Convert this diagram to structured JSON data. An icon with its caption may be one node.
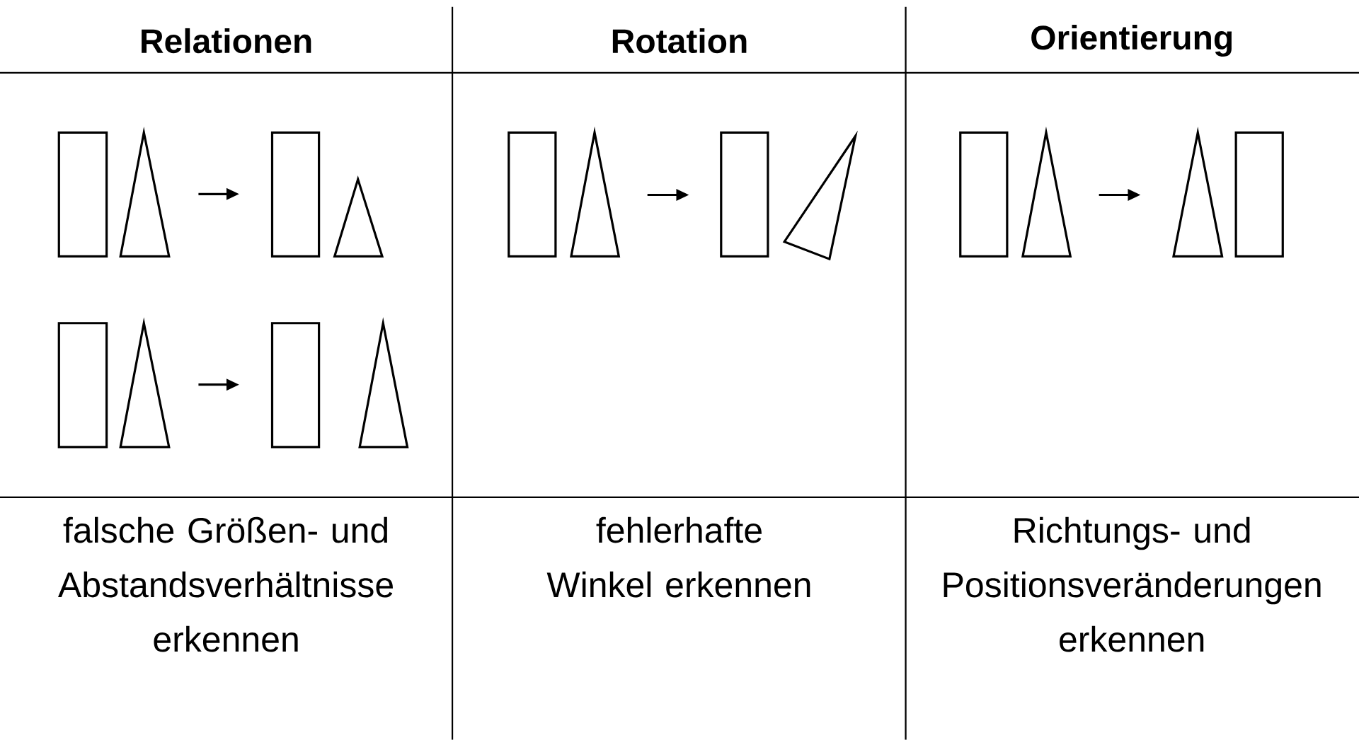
{
  "diagram": {
    "labels": [
      "Relationen",
      "Rotation",
      "Orientierung",
      "falsche Größen- und Abstandsverhältnisse erkennen",
      "fehlerhafte Winkel erkennen",
      "Richtungs- und Positionsveränderungen erkennen"
    ]
  }
}
